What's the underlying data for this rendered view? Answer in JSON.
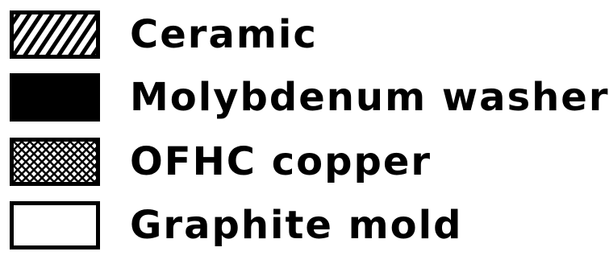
{
  "legend": {
    "items": [
      {
        "label": "Ceramic",
        "pattern": "diagonal-hatch"
      },
      {
        "label": "Molybdenum washer",
        "pattern": "solid-black"
      },
      {
        "label": "OFHC copper",
        "pattern": "crosshatch"
      },
      {
        "label": "Graphite mold",
        "pattern": "empty"
      }
    ]
  },
  "colors": {
    "ink": "#000000",
    "paper": "#ffffff"
  }
}
